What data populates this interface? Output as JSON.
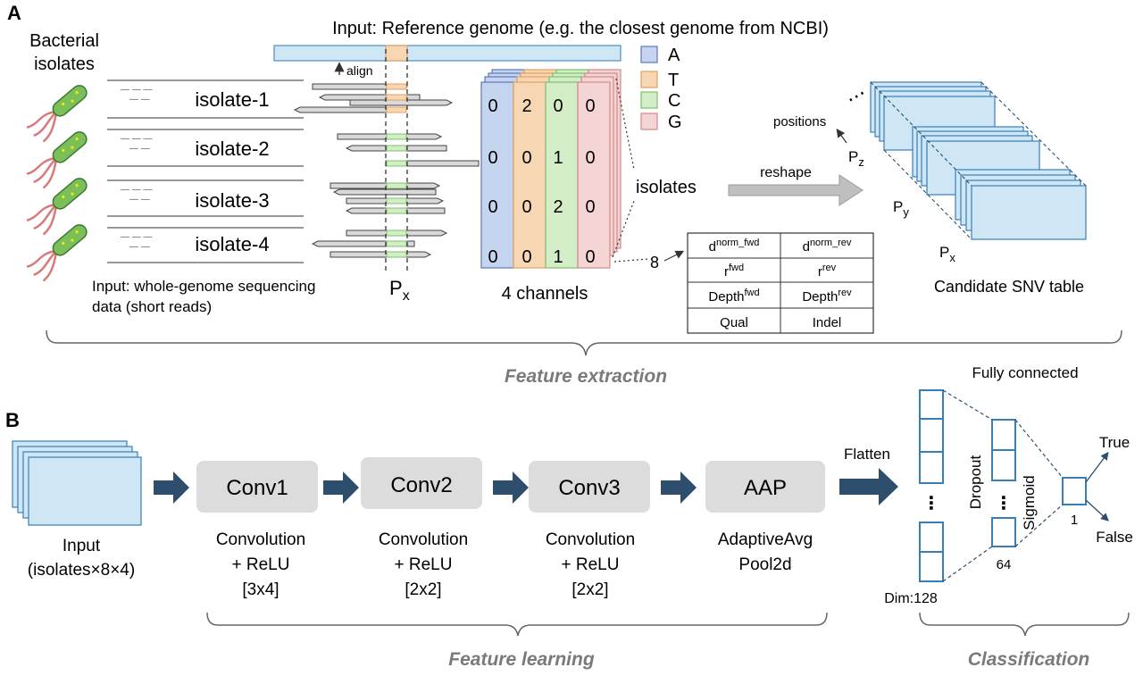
{
  "panel_a": {
    "label": "A",
    "bacterial_title": [
      "Bacterial",
      "isolates"
    ],
    "reference_input": "Input: Reference genome (e.g. the closest genome from NCBI)",
    "align_label": "align",
    "isolates": [
      "isolate-1",
      "isolate-2",
      "isolate-3",
      "isolate-4"
    ],
    "wgs_input": [
      "Input: whole-genome sequencing",
      "data (short reads)"
    ],
    "position_label": "P",
    "position_sub": "x",
    "channel_values": [
      [
        0,
        0,
        0,
        0
      ],
      [
        2,
        0,
        0,
        0
      ],
      [
        0,
        1,
        2,
        1
      ],
      [
        0,
        0,
        0,
        0
      ]
    ],
    "legend": [
      {
        "base": "A",
        "fill": "#c5d5ef",
        "stroke": "#5b78b8"
      },
      {
        "base": "T",
        "fill": "#f7d7b3",
        "stroke": "#e0a060"
      },
      {
        "base": "C",
        "fill": "#d3eec6",
        "stroke": "#7fbf6f"
      },
      {
        "base": "G",
        "fill": "#f5d4d4",
        "stroke": "#d08a8a"
      }
    ],
    "channels_label": "4 channels",
    "isolates_label": "isolates",
    "eight_label": "8",
    "feature_table": [
      [
        "d",
        "norm_fwd",
        "d",
        "norm_rev"
      ],
      [
        "r",
        "fwd",
        "r",
        "rev"
      ],
      [
        "Depth",
        "fwd",
        "Depth",
        "rev"
      ],
      [
        "Qual",
        "",
        "Indel",
        ""
      ]
    ],
    "reshape_label": "reshape",
    "positions_label": "positions",
    "snv_axes": [
      {
        "main": "P",
        "sub": "z"
      },
      {
        "main": "P",
        "sub": "y"
      },
      {
        "main": "P",
        "sub": "x"
      }
    ],
    "ellipsis": "⋯",
    "snv_title": "Candidate SNV table",
    "section_label": "Feature extraction"
  },
  "panel_b": {
    "label": "B",
    "input_title": [
      "Input",
      "(isolates×8×4)"
    ],
    "blocks": [
      {
        "name": "Conv1",
        "desc": [
          "Convolution",
          "+ ReLU",
          "[3x4]"
        ]
      },
      {
        "name": "Conv2",
        "desc": [
          "Convolution",
          "+ ReLU",
          "[2x2]"
        ]
      },
      {
        "name": "Conv3",
        "desc": [
          "Convolution",
          "+ ReLU",
          "[2x2]"
        ]
      },
      {
        "name": "AAP",
        "desc": [
          "AdaptiveAvg",
          "Pool2d"
        ]
      }
    ],
    "flatten_label": "Flatten",
    "fc_title": "Fully connected",
    "dropout_label": "Dropout",
    "sigmoid_label": "Sigmoid",
    "dim_label": "Dim:128",
    "hidden_size": "64",
    "output_size": "1",
    "true_label": "True",
    "false_label": "False",
    "feature_learning_label": "Feature learning",
    "classification_label": "Classification"
  },
  "colors": {
    "arrow": "#2e4e6e",
    "block": "#dcdcdc",
    "ref_bar": "#cfe6f5",
    "ref_stroke": "#4a90c8",
    "snv_fill": "#cfe6f5",
    "snv_stroke": "#3a7eb8",
    "bacteria_body": "#7cbf5a",
    "bacteria_flagella": "#d97a7a",
    "section_text": "#7a7a7a"
  }
}
